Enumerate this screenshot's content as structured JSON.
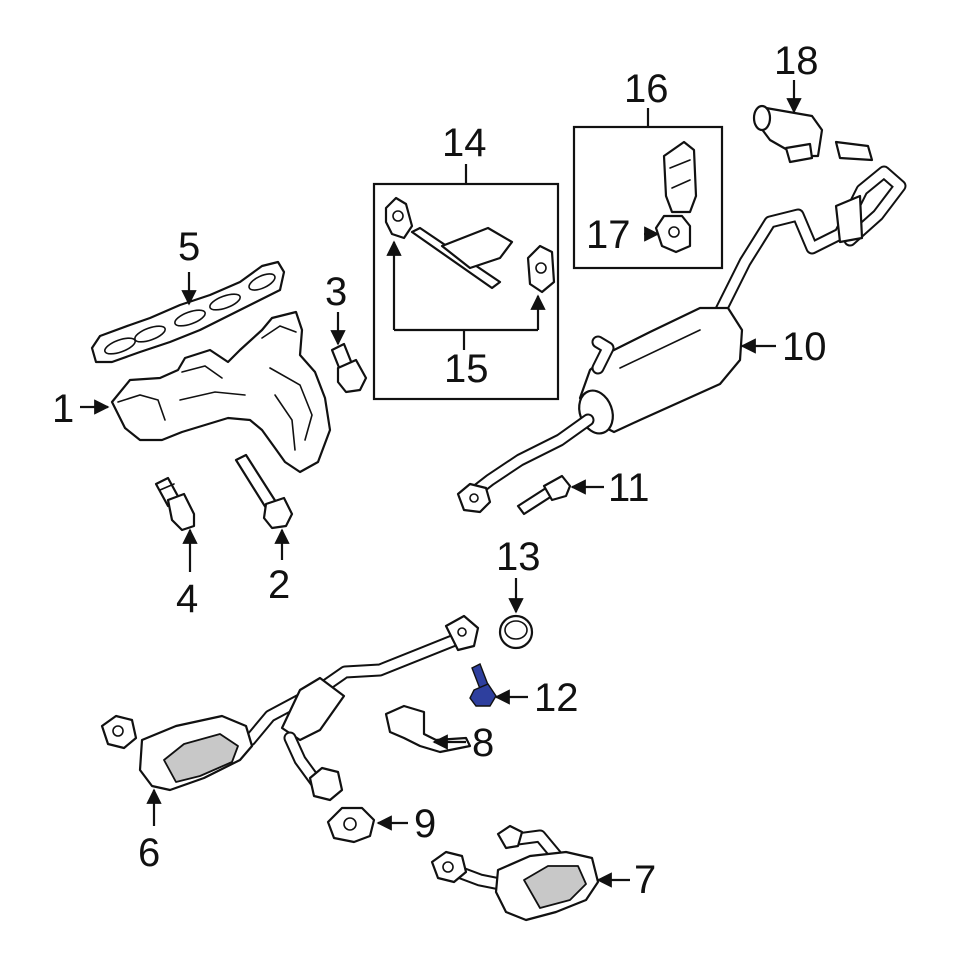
{
  "accent_color": "#2e3f9e",
  "highlighted_part": "12",
  "callouts": {
    "c1": "1",
    "c2": "2",
    "c3": "3",
    "c4": "4",
    "c5": "5",
    "c6": "6",
    "c7": "7",
    "c8": "8",
    "c9": "9",
    "c10": "10",
    "c11": "11",
    "c12": "12",
    "c13": "13",
    "c14": "14",
    "c15": "15",
    "c16": "16",
    "c17": "17",
    "c18": "18"
  }
}
